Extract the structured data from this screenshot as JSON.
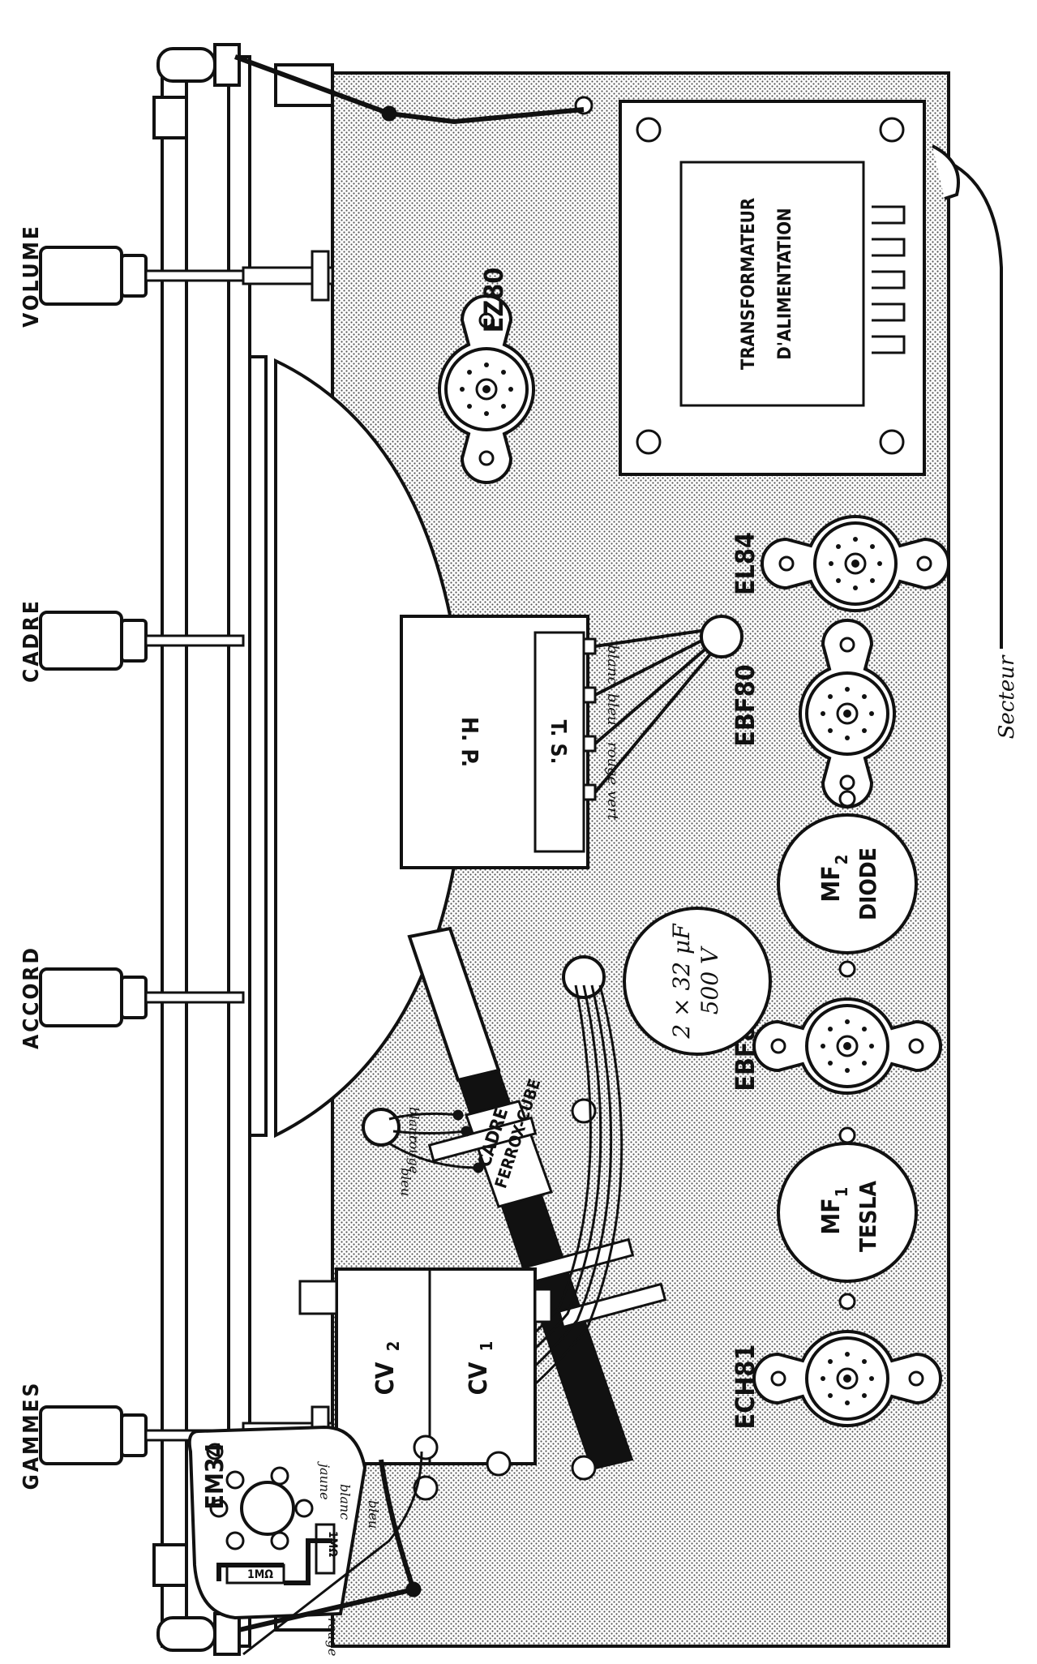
{
  "knobs": [
    "VOLUME",
    "CADRE",
    "ACCORD",
    "GAMMES"
  ],
  "tubes": {
    "ez80": "EZ80",
    "el84": "EL84",
    "ebf80_top": "EBF80",
    "ebf80_bottom": "EBF80",
    "ech81": "ECH81",
    "em34": "EM34"
  },
  "transformer": {
    "line1": "TRANSFORMATEUR",
    "line2": "D'ALIMENTATION"
  },
  "speaker": {
    "hp": "H. P.",
    "ts": "T. S."
  },
  "speaker_wires": [
    "blanc",
    "bleu",
    "rouge",
    "vert"
  ],
  "ferrite": {
    "line1": "CADRE",
    "line2": "FERROX-CUBE"
  },
  "ferrite_wires": [
    "blanc",
    "rouge",
    "bleu"
  ],
  "em34_wires": [
    "jaune",
    "blanc",
    "bleu",
    "rouge"
  ],
  "resistors": [
    "1MΩ",
    "1MΩ"
  ],
  "capacitor": {
    "line1": "2 × 32 μF",
    "line2": "500 V"
  },
  "if_transformers": {
    "mf2": {
      "name": "MF",
      "sub": "2",
      "type": "DIODE"
    },
    "mf1": {
      "name": "MF",
      "sub": "1",
      "type": "TESLA"
    }
  },
  "variable_caps": [
    "CV",
    "CV"
  ],
  "variable_caps_sub": [
    "2",
    "1"
  ],
  "mains": "Secteur"
}
